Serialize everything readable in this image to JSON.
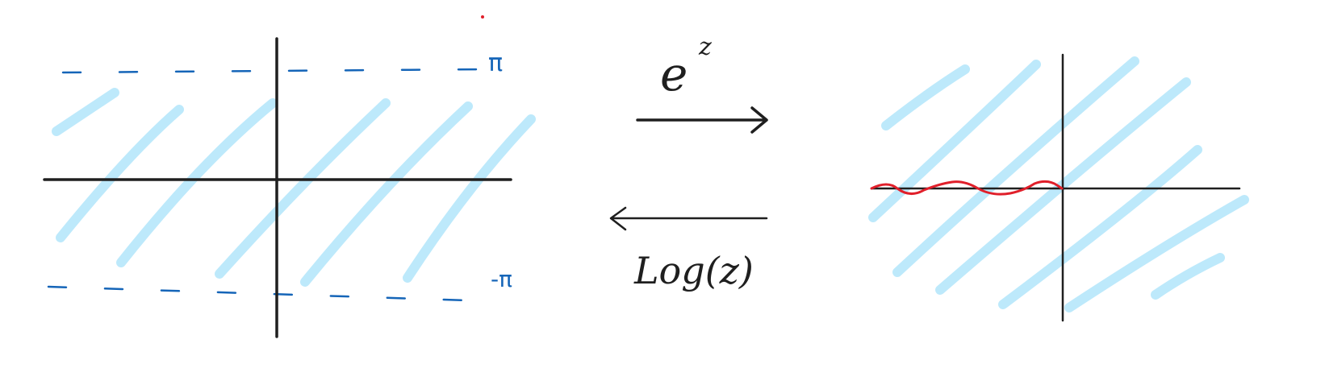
{
  "left_plane": {
    "upper_bound_label": "π",
    "lower_bound_label": "-π"
  },
  "forward_map": {
    "label_base": "e",
    "label_exponent": "z"
  },
  "inverse_map": {
    "label": "Log(z)"
  },
  "colors": {
    "shading": "#bde9fb",
    "bound_lines": "#1565b8",
    "branch_cut": "#e01f2a",
    "ink": "#1f1f1f"
  }
}
